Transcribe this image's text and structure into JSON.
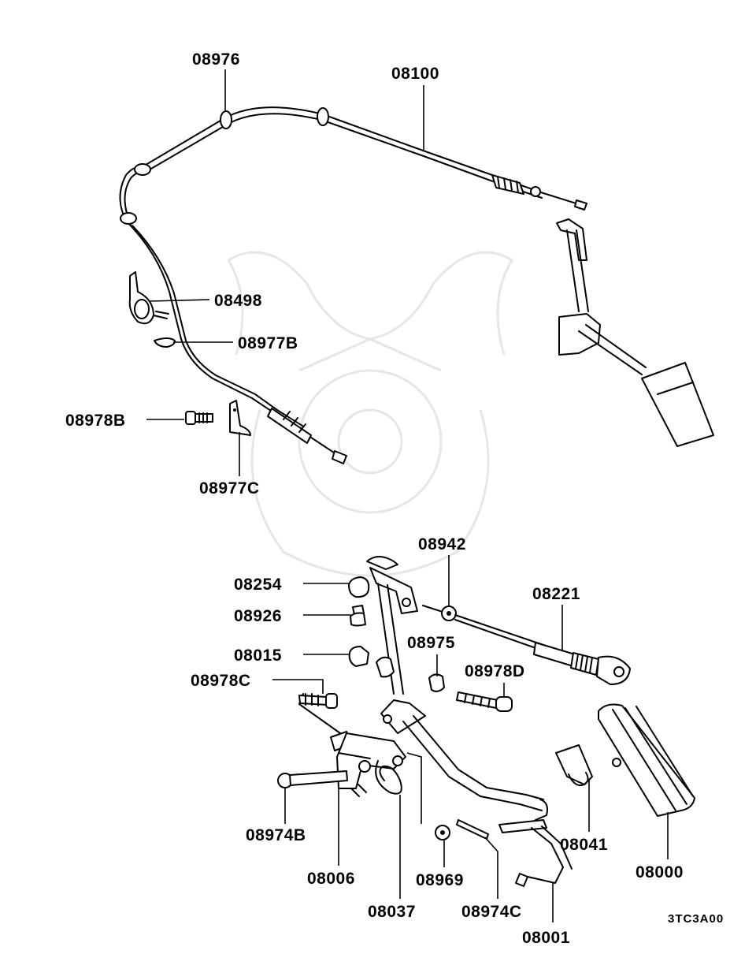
{
  "diagram_code": "3TC3A00",
  "parts": [
    {
      "id": "p08976",
      "label": "08976"
    },
    {
      "id": "p08100",
      "label": "08100"
    },
    {
      "id": "p08498",
      "label": "08498"
    },
    {
      "id": "p08977B",
      "label": "08977B"
    },
    {
      "id": "p08978B",
      "label": "08978B"
    },
    {
      "id": "p08977C",
      "label": "08977C"
    },
    {
      "id": "p08942",
      "label": "08942"
    },
    {
      "id": "p08254",
      "label": "08254"
    },
    {
      "id": "p08221",
      "label": "08221"
    },
    {
      "id": "p08926",
      "label": "08926"
    },
    {
      "id": "p08975",
      "label": "08975"
    },
    {
      "id": "p08015",
      "label": "08015"
    },
    {
      "id": "p08978C",
      "label": "08978C"
    },
    {
      "id": "p08978D",
      "label": "08978D"
    },
    {
      "id": "p08974B",
      "label": "08974B"
    },
    {
      "id": "p08041",
      "label": "08041"
    },
    {
      "id": "p08000",
      "label": "08000"
    },
    {
      "id": "p08006",
      "label": "08006"
    },
    {
      "id": "p08969",
      "label": "08969"
    },
    {
      "id": "p08037",
      "label": "08037"
    },
    {
      "id": "p08974C",
      "label": "08974C"
    },
    {
      "id": "p08001",
      "label": "08001"
    }
  ]
}
